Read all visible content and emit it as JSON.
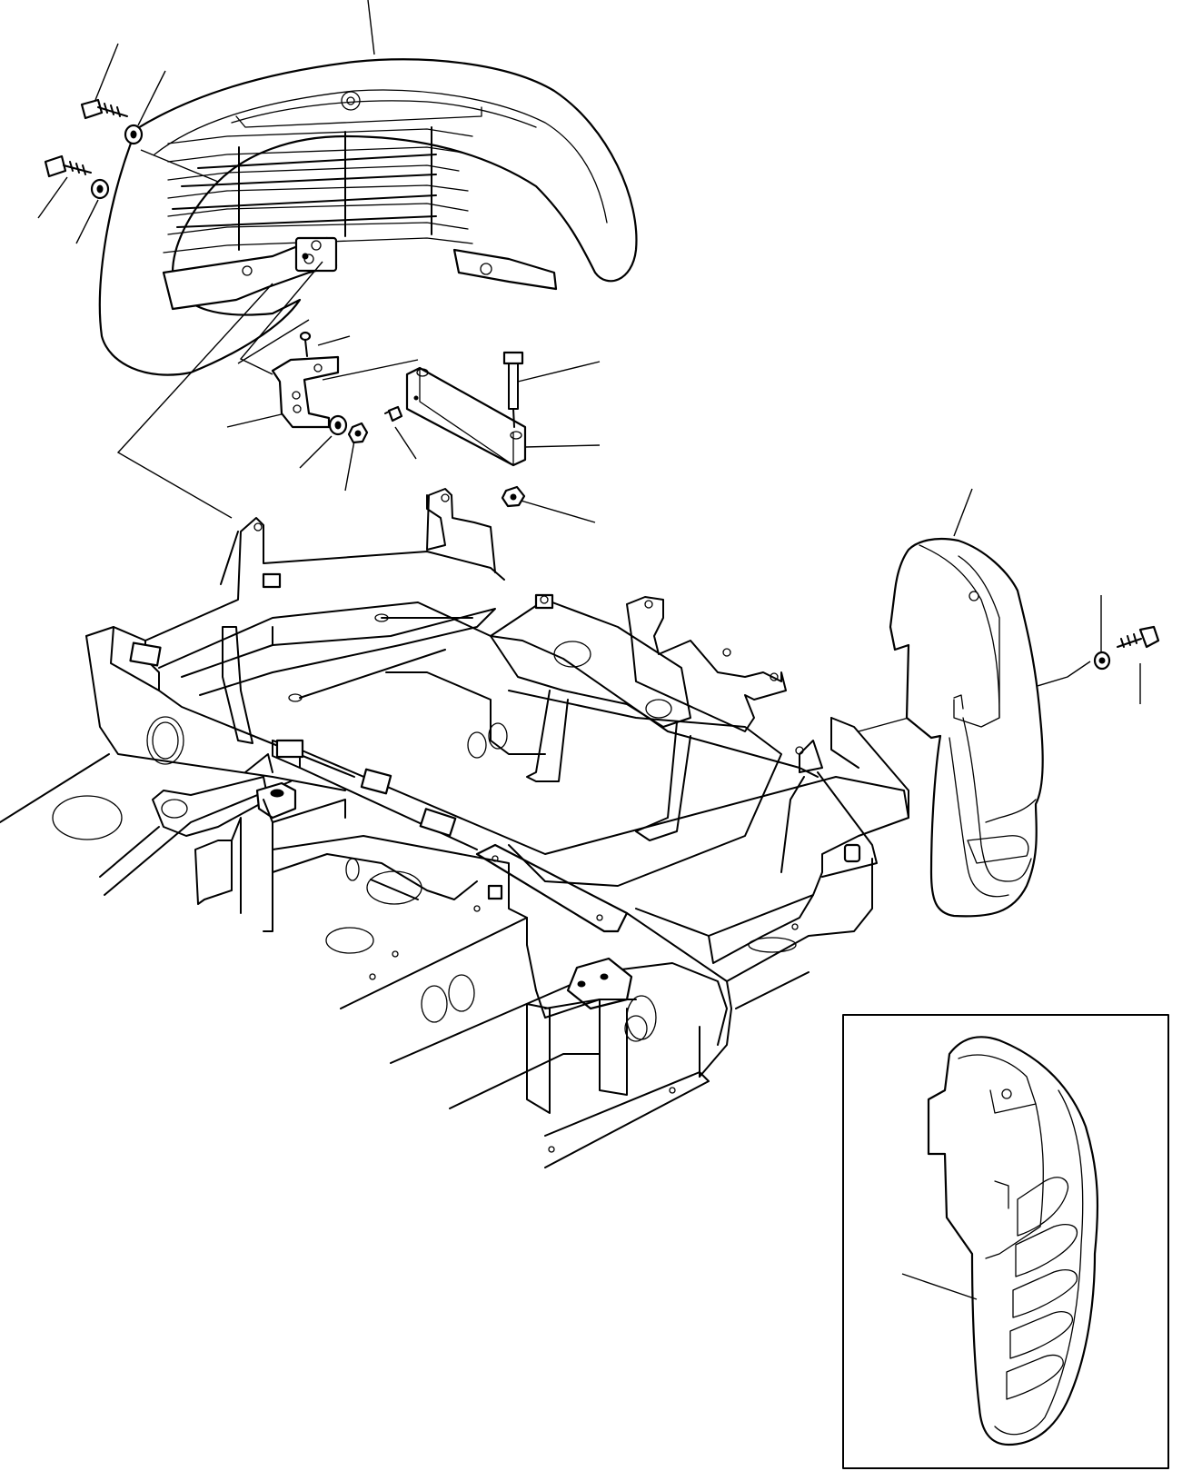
{
  "figure": {
    "kind": "exploded parts diagram",
    "callout_numbers_visible": false
  },
  "parts": [
    "counterweight",
    "cover-upper",
    "cover-lower",
    "bracket",
    "bolt",
    "washer",
    "nut",
    "spacer",
    "grease-fitting",
    "revolving-frame",
    "detail-cover"
  ],
  "colors": {
    "line": "#000000",
    "background": "#ffffff"
  }
}
